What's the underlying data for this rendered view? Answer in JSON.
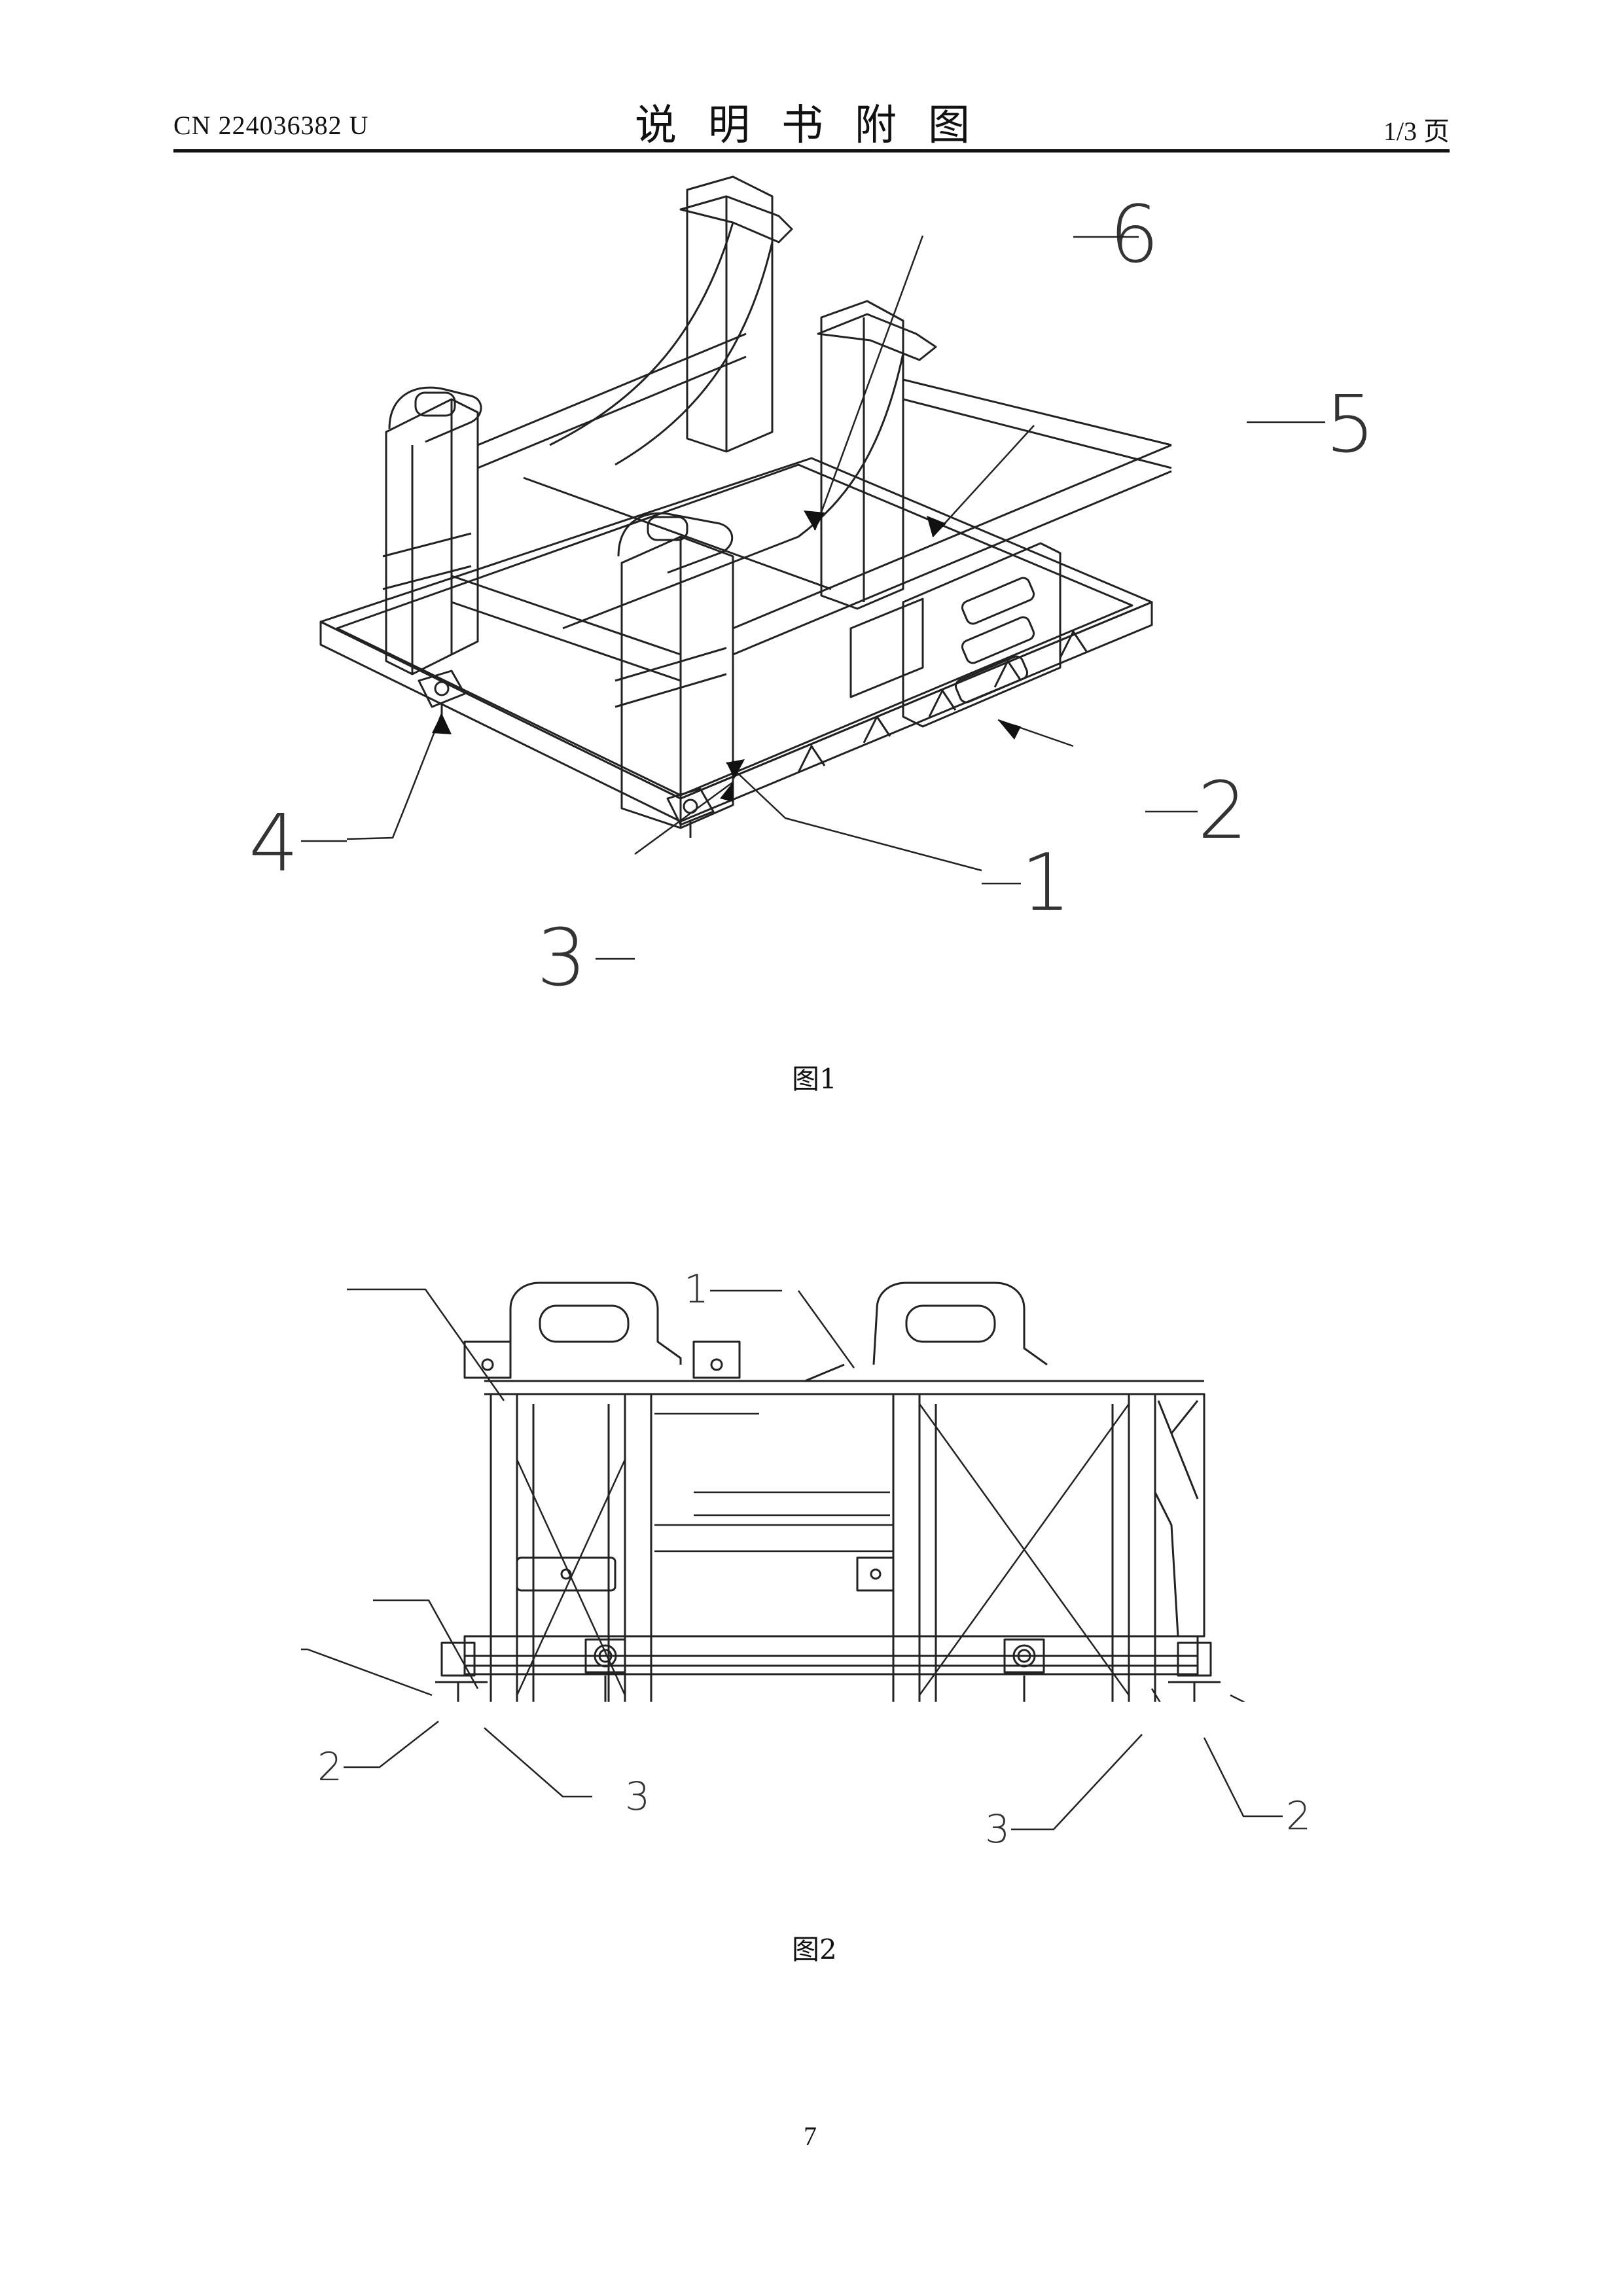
{
  "header": {
    "doc_number": "CN 224036382 U",
    "title": "说明书附图",
    "page_of": "1/3 页"
  },
  "figure1": {
    "caption": "图1",
    "labels": {
      "l1": "1",
      "l2": "2",
      "l3": "3",
      "l4": "4",
      "l5": "5",
      "l6": "6"
    }
  },
  "figure2": {
    "caption": "图2",
    "labels": {
      "l1": "1",
      "l2a": "2",
      "l2b": "2",
      "l3a": "3",
      "l3b": "3"
    }
  },
  "footer": {
    "page_number": "7"
  }
}
